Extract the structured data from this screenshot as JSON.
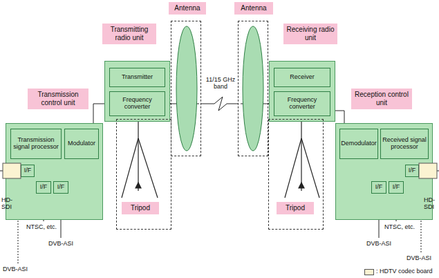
{
  "diagram": {
    "nodes": [
      {
        "text": [
          "Antenna"
        ]
      },
      {
        "text": [
          "Antenna"
        ]
      },
      {
        "text": [
          "Transmitting radio unit"
        ]
      },
      {
        "text": [
          "Transmitter"
        ],
        "in": 2
      },
      {
        "text": [
          "Frequency converter"
        ],
        "in": 2
      },
      {
        "text": [
          "Tripod"
        ]
      },
      {
        "text": [
          "Receiving radio unit"
        ]
      },
      {
        "text": [
          "Receiver"
        ],
        "in": 6
      },
      {
        "text": [
          "Frequency converter"
        ],
        "in": 6
      },
      {
        "text": [
          "Tripod"
        ]
      },
      {
        "text": [
          "Transmission control unit"
        ]
      },
      {
        "text": [
          "Transmission signal processor"
        ],
        "in": 10
      },
      {
        "text": [
          "Modulator"
        ],
        "in": 10
      },
      {
        "text": [
          "I/F"
        ],
        "in": 10
      },
      {
        "text": [
          "I/F"
        ],
        "in": 10
      },
      {
        "text": [
          "I/F"
        ],
        "in": 10
      },
      {
        "text": [
          "Reception control unit"
        ]
      },
      {
        "text": [
          "Demodulator"
        ],
        "in": 16
      },
      {
        "text": [
          "Received signal processor"
        ],
        "in": 16
      },
      {
        "text": [
          "I/F"
        ],
        "in": 16
      },
      {
        "text": [
          "I/F"
        ],
        "in": 16
      },
      {
        "text": [
          "I/F"
        ],
        "in": 16
      }
    ],
    "edges": [
      {
        "from": 4,
        "to": 0,
        "arrow": "none"
      },
      {
        "from": 8,
        "to": 1,
        "arrow": "none"
      },
      {
        "from": 0,
        "to": 1,
        "label": "11/15 GHz band",
        "arrow": "none"
      },
      {
        "from": 12,
        "to": 4,
        "arrow": "none"
      },
      {
        "from": 8,
        "to": 17,
        "arrow": "none"
      },
      {
        "from": 13,
        "to": 11,
        "arrow": "none"
      },
      {
        "from": 14,
        "to": 11,
        "arrow": "none"
      },
      {
        "from": 15,
        "to": 11,
        "arrow": "none"
      },
      {
        "from": 19,
        "to": 18,
        "arrow": "none"
      },
      {
        "from": 20,
        "to": 18,
        "arrow": "none"
      },
      {
        "from": 21,
        "to": 18,
        "arrow": "none"
      }
    ],
    "labels": [
      "HD-SDI",
      "NTSC, etc.",
      "DVB-ASI",
      "DVB-ASI",
      "DVB-ASI",
      "NTSC, etc.",
      "HD-SDI",
      "DVB-ASI"
    ],
    "legend": [
      {
        "text": ": HDTV codec board",
        "color": "#fbf3d2"
      }
    ]
  }
}
